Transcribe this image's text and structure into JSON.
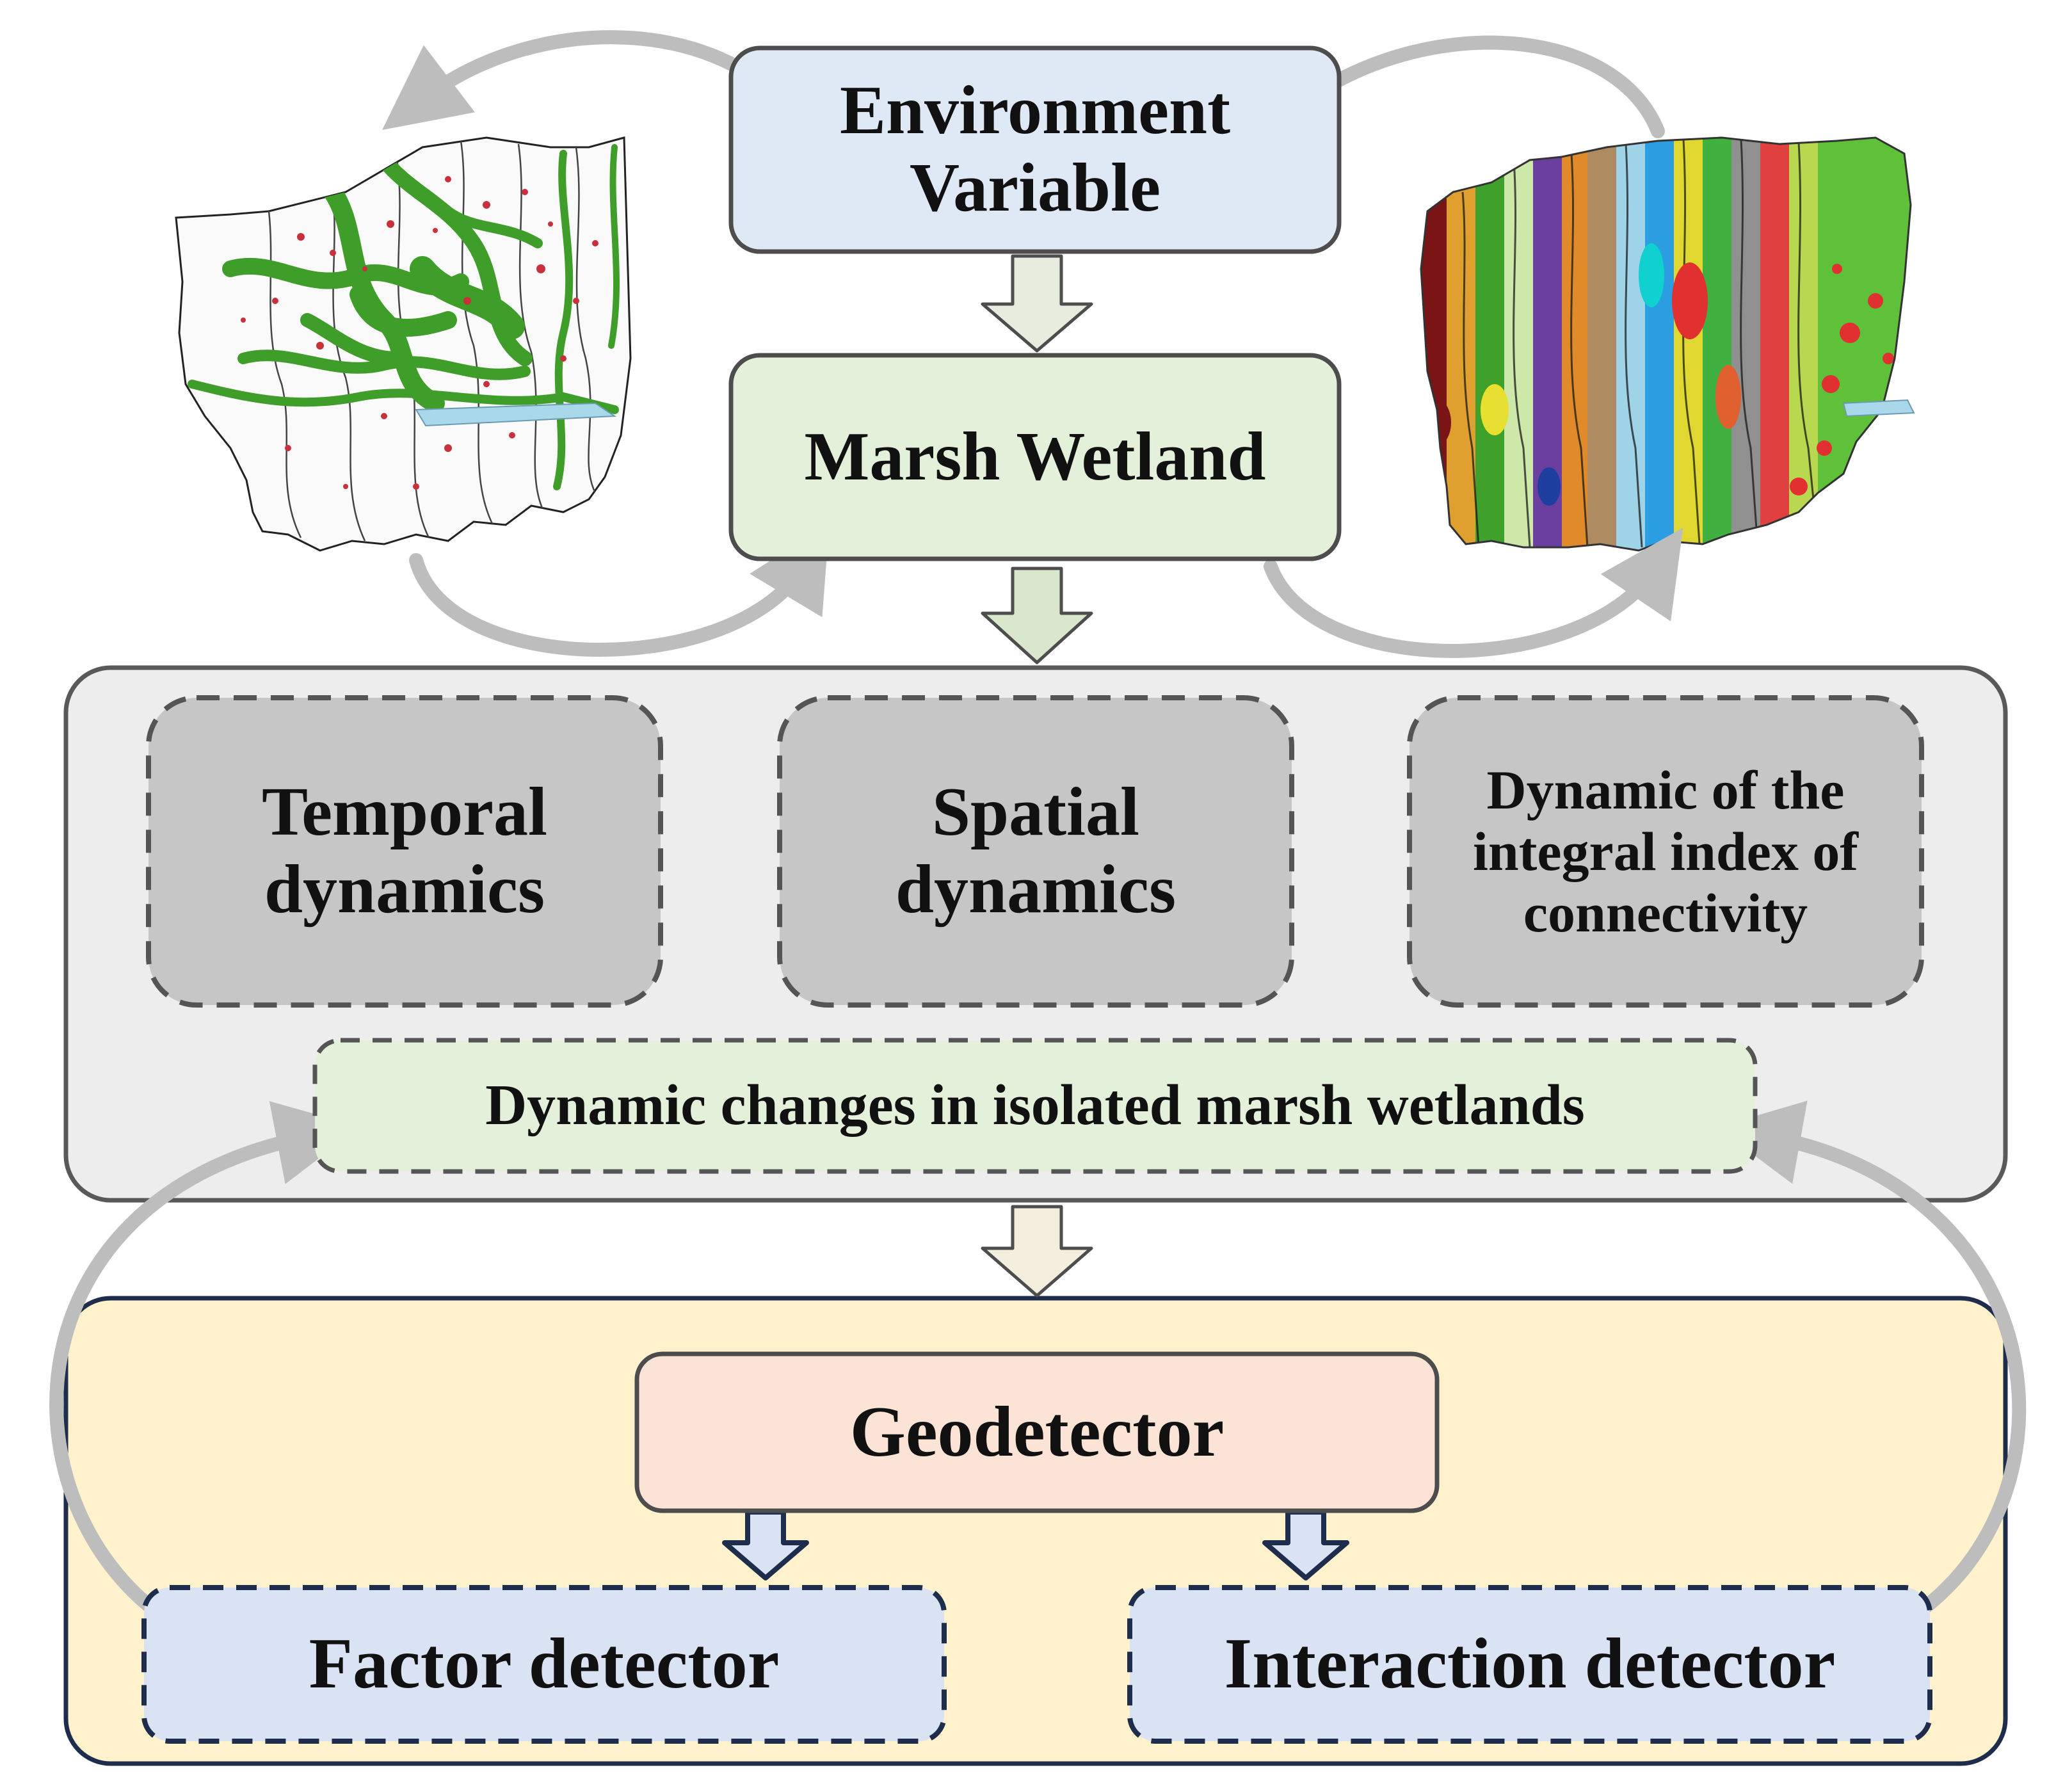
{
  "nodes": {
    "environment": {
      "label": "Environment\nVariable",
      "fill": "#dfe9f6"
    },
    "marsh": {
      "label": "Marsh Wetland",
      "fill": "#e3f0da"
    },
    "temporal": {
      "label": "Temporal\ndynamics"
    },
    "spatial": {
      "label": "Spatial\ndynamics"
    },
    "connectivity": {
      "label": "Dynamic of the\nintegral index of\nconnectivity"
    },
    "isolated": {
      "label": "Dynamic changes in isolated marsh wetlands",
      "fill": "#e3f0da"
    },
    "geodetector": {
      "label": "Geodetector",
      "fill": "#fbe4d6"
    },
    "factor": {
      "label": "Factor detector",
      "fill": "#dae3f3"
    },
    "interaction": {
      "label": "Interaction detector",
      "fill": "#dae3f3"
    }
  },
  "groups": {
    "analysis": {
      "fill": "#ededed"
    },
    "driving": {
      "fill": "#fff2cc",
      "stroke": "#1f2d4d"
    }
  },
  "colors": {
    "dynamics_fill": "#c6c6c6",
    "arrow_gray": "#bdbdbd",
    "map_green": "#3f9e2a",
    "map_red": "#c8313b"
  }
}
